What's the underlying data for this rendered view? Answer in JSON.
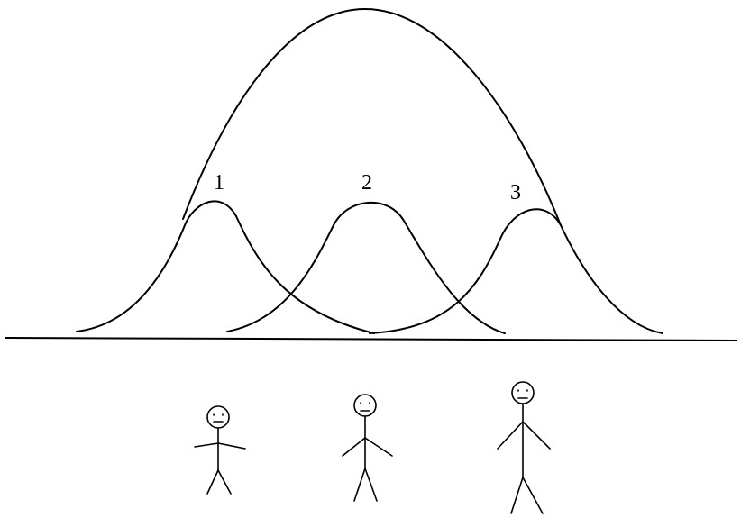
{
  "diagram": {
    "curve_labels": [
      "1",
      "2",
      "3"
    ],
    "stroke_color": "#000000",
    "background_color": "#ffffff"
  }
}
